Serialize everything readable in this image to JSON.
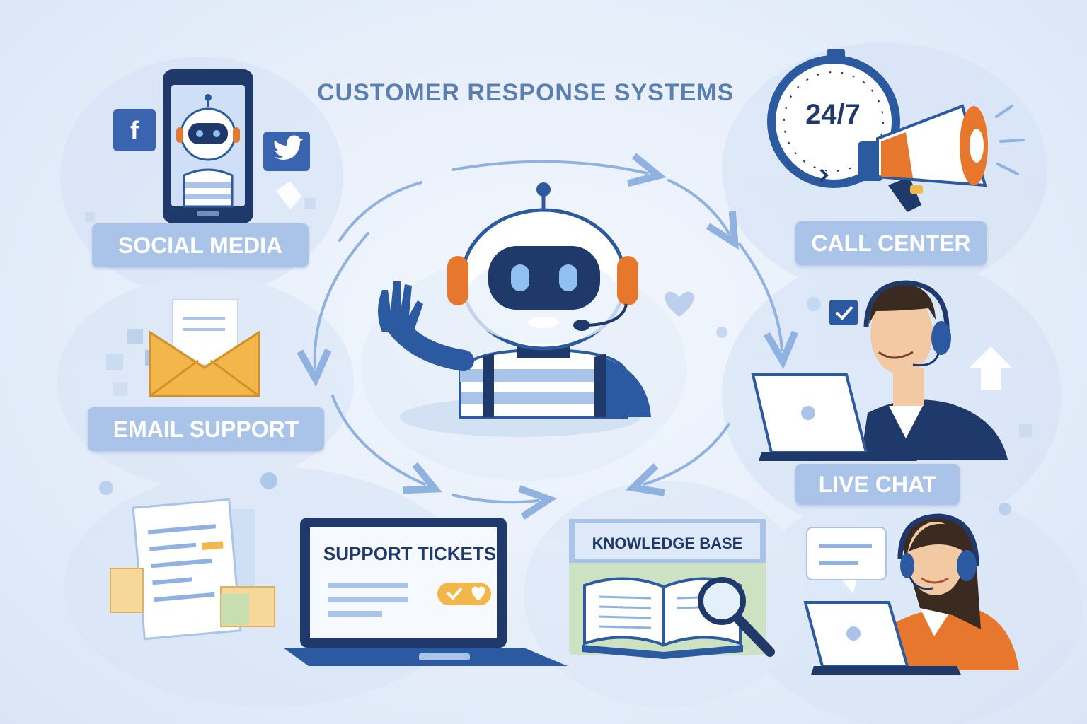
{
  "title": "CUSTOMER RESPONSE SYSTEMS",
  "channels": {
    "social_media": "SOCIAL MEDIA",
    "email_support": "EMAIL SUPPORT",
    "call_center": "CALL CENTER",
    "live_chat": "LIVE CHAT",
    "support_tickets": "SUPPORT TICKETS",
    "knowledge_base": "KNOWLEDGE BASE"
  },
  "call_center_badge": "24/7",
  "social_icons": {
    "facebook": "f",
    "facebook_icon": "facebook-icon",
    "twitter_icon": "twitter-icon"
  },
  "colors": {
    "label_bg": "#a9c4e8",
    "primary_blue": "#2c5aa0",
    "accent_orange": "#e8772e",
    "envelope_yellow": "#f2b64a"
  }
}
